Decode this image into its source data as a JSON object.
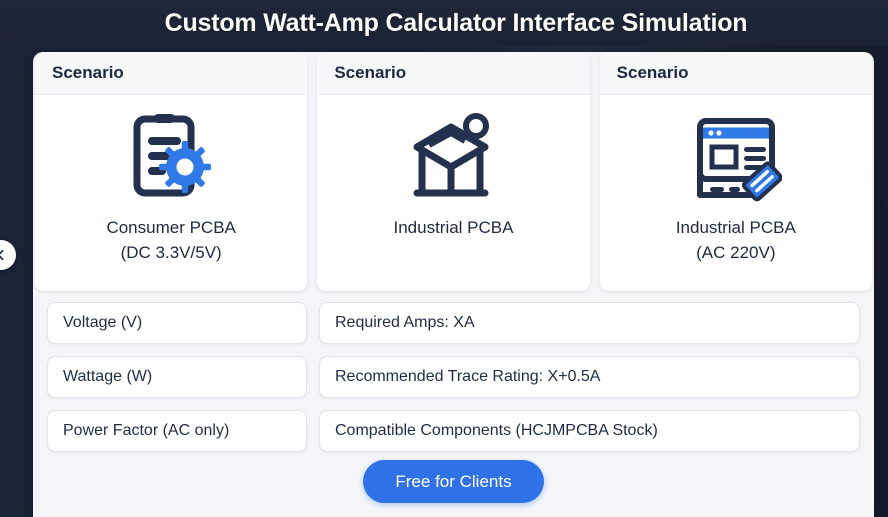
{
  "header": {
    "title": "Custom Watt-Amp Calculator Interface Simulation"
  },
  "carousel": {
    "prev_icon": "chevron-left-icon"
  },
  "scenarios": [
    {
      "header": "Scenario",
      "icon": "clipboard-gear-icon",
      "label_line1": "Consumer PCBA",
      "label_line2": "(DC 3.3V/5V)"
    },
    {
      "header": "Scenario",
      "icon": "factory-icon",
      "label_line1": "Industrial PCBA",
      "label_line2": ""
    },
    {
      "header": "Scenario",
      "icon": "webpage-tag-icon",
      "label_line1": "Industrial PCBA",
      "label_line2": "(AC 220V)"
    }
  ],
  "inputs": {
    "left": [
      {
        "label": "Voltage (V)"
      },
      {
        "label": "Wattage (W)"
      },
      {
        "label": "Power Factor (AC only)"
      }
    ],
    "right": [
      {
        "label": "Required Amps: XA"
      },
      {
        "label": "Recommended Trace Rating: X+0.5A"
      },
      {
        "label": "Compatible Components (HCJMPCBA Stock)"
      }
    ]
  },
  "cta": {
    "label": "Free for Clients"
  },
  "colors": {
    "background": "#1b2438",
    "panel": "#f3f5f8",
    "card": "#ffffff",
    "accent": "#2f72e8",
    "navy": "#1c2942",
    "icon_dark": "#23314f",
    "icon_blue": "#2f7ae8"
  }
}
